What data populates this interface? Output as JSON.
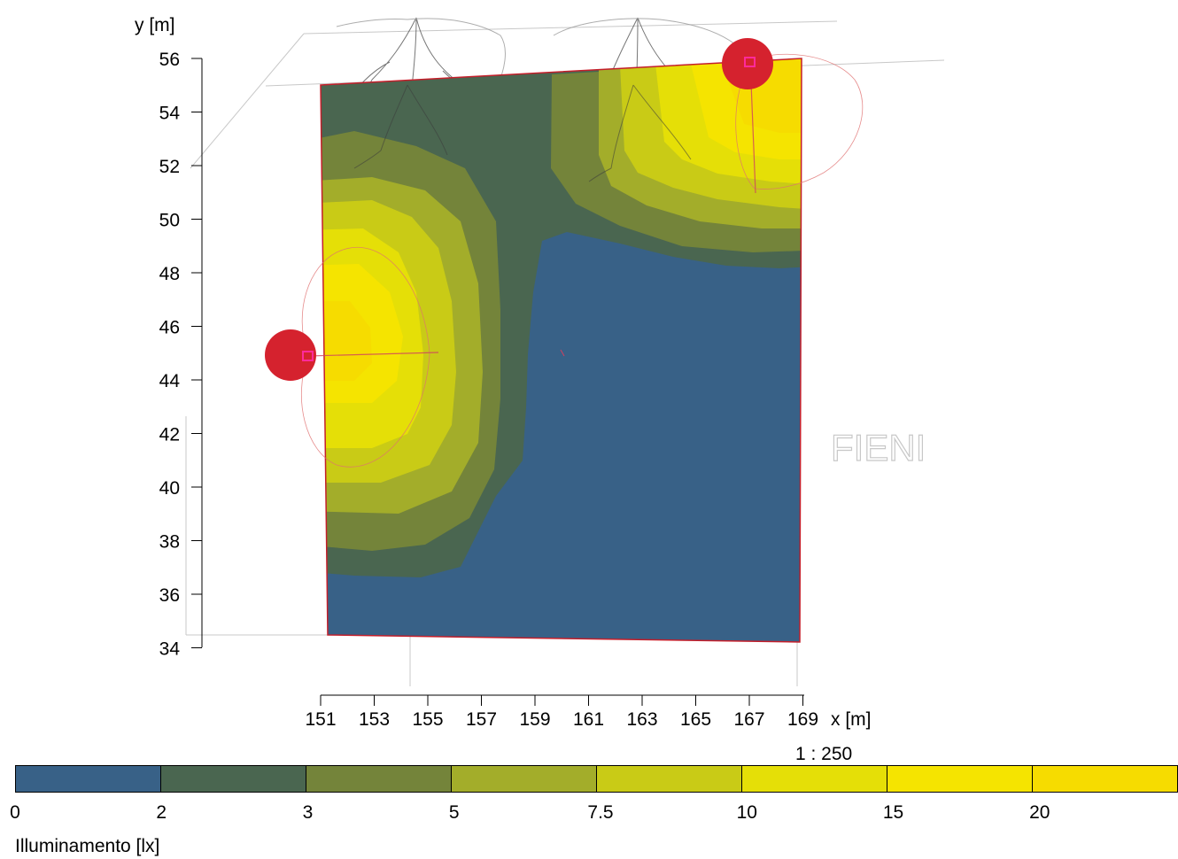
{
  "axes": {
    "y_label": "y [m]",
    "x_label": "x [m]",
    "y_ticks": [
      "56",
      "54",
      "52",
      "50",
      "48",
      "46",
      "44",
      "42",
      "40",
      "38",
      "36",
      "34"
    ],
    "x_ticks": [
      "151",
      "153",
      "155",
      "157",
      "159",
      "161",
      "163",
      "165",
      "167",
      "169"
    ]
  },
  "scale": "1 : 250",
  "watermark_label": "FIENI",
  "legend": {
    "title": "Illuminamento [lx]",
    "ticks": [
      "0",
      "2",
      "3",
      "5",
      "7.5",
      "10",
      "15",
      "20"
    ],
    "colors": [
      "#386187",
      "#4a6650",
      "#74843a",
      "#a3ad2a",
      "#c9cb16",
      "#e5df07",
      "#f5e400",
      "#f6dc00"
    ]
  },
  "luminaires": [
    {
      "name": "luminaire-west",
      "color": "#d5222e"
    },
    {
      "name": "luminaire-northeast",
      "color": "#d5222e"
    }
  ]
}
